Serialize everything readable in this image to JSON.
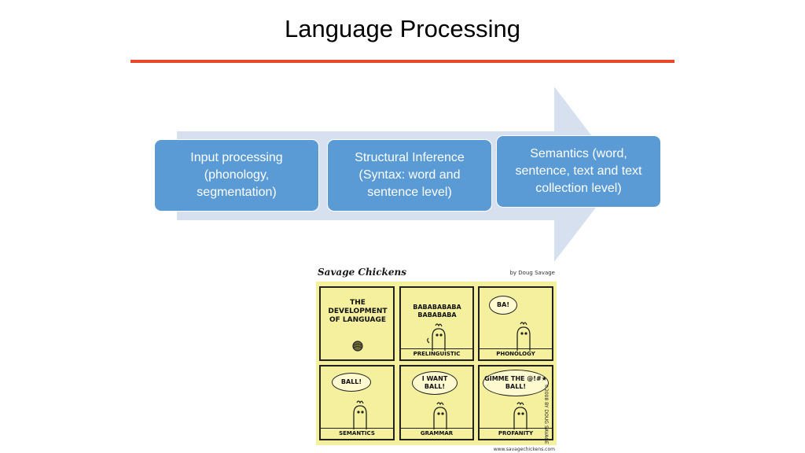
{
  "slide": {
    "title": "Language Processing"
  },
  "process": {
    "steps": [
      {
        "label": "Input processing (phonology, segmentation)"
      },
      {
        "label": "Structural  Inference (Syntax: word and sentence level)"
      },
      {
        "label": "Semantics (word, sentence, text  and text collection level)"
      }
    ]
  },
  "comic": {
    "name": "Savage Chickens",
    "author": "by Doug Savage",
    "url": "www.savagechickens.com",
    "copyright": "©2008 BY DOUG SAVAGE",
    "panels": [
      {
        "text": "the DEVELOPMENT of LANGUAGE",
        "caption": ""
      },
      {
        "text": "BABABABABA BABABABA",
        "caption": "PRELINGUISTIC"
      },
      {
        "text": "BA!",
        "caption": "PHONOLOGY"
      },
      {
        "text": "BALL!",
        "caption": "SEMANTICS"
      },
      {
        "text": "I WANT BALL!",
        "caption": "GRAMMAR"
      },
      {
        "text": "GIMME THE @!#★ BALL!",
        "caption": "PROFANITY"
      }
    ]
  },
  "colors": {
    "accent_rule": "#e8472b",
    "box_fill": "#5b9bd5",
    "arrow_fill": "#d6e0ef",
    "comic_paper": "#f4f09e"
  }
}
